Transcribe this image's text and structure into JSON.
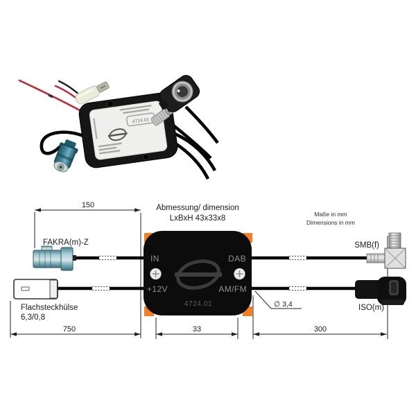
{
  "photo": {
    "description": "product photo of antenna splitter module with cables and connectors",
    "module_code": "4724.01"
  },
  "drawing": {
    "title": {
      "line1": "Abmessung/ dimension",
      "line2": "LxBxH 43x33x8"
    },
    "units": {
      "line1": "Maße in mm",
      "line2": "Dimensions in mm"
    },
    "connectors": {
      "fakra_label": "FAKRA(m)-Z",
      "flat_terminal_label_line1": "Flachsteckhülse",
      "flat_terminal_label_line2": "6,3/0,8",
      "smb_label": "SMB(f)",
      "iso_label": "ISO(m)"
    },
    "module": {
      "in_label": "IN",
      "dab_label": "DAB",
      "power_label": "+12V",
      "amfm_label": "AM/FM",
      "code": "4724.01"
    },
    "callouts": {
      "cable_diameter": "∅ 3,4"
    },
    "dimensions": {
      "fakra_cable": "150",
      "flat_cable": "750",
      "module_width": "33",
      "right_cables": "300"
    },
    "colors": {
      "accent_orange": "#f57f20",
      "fakra_teal": "#69a0ac",
      "module_black": "#0c0c0c"
    }
  }
}
